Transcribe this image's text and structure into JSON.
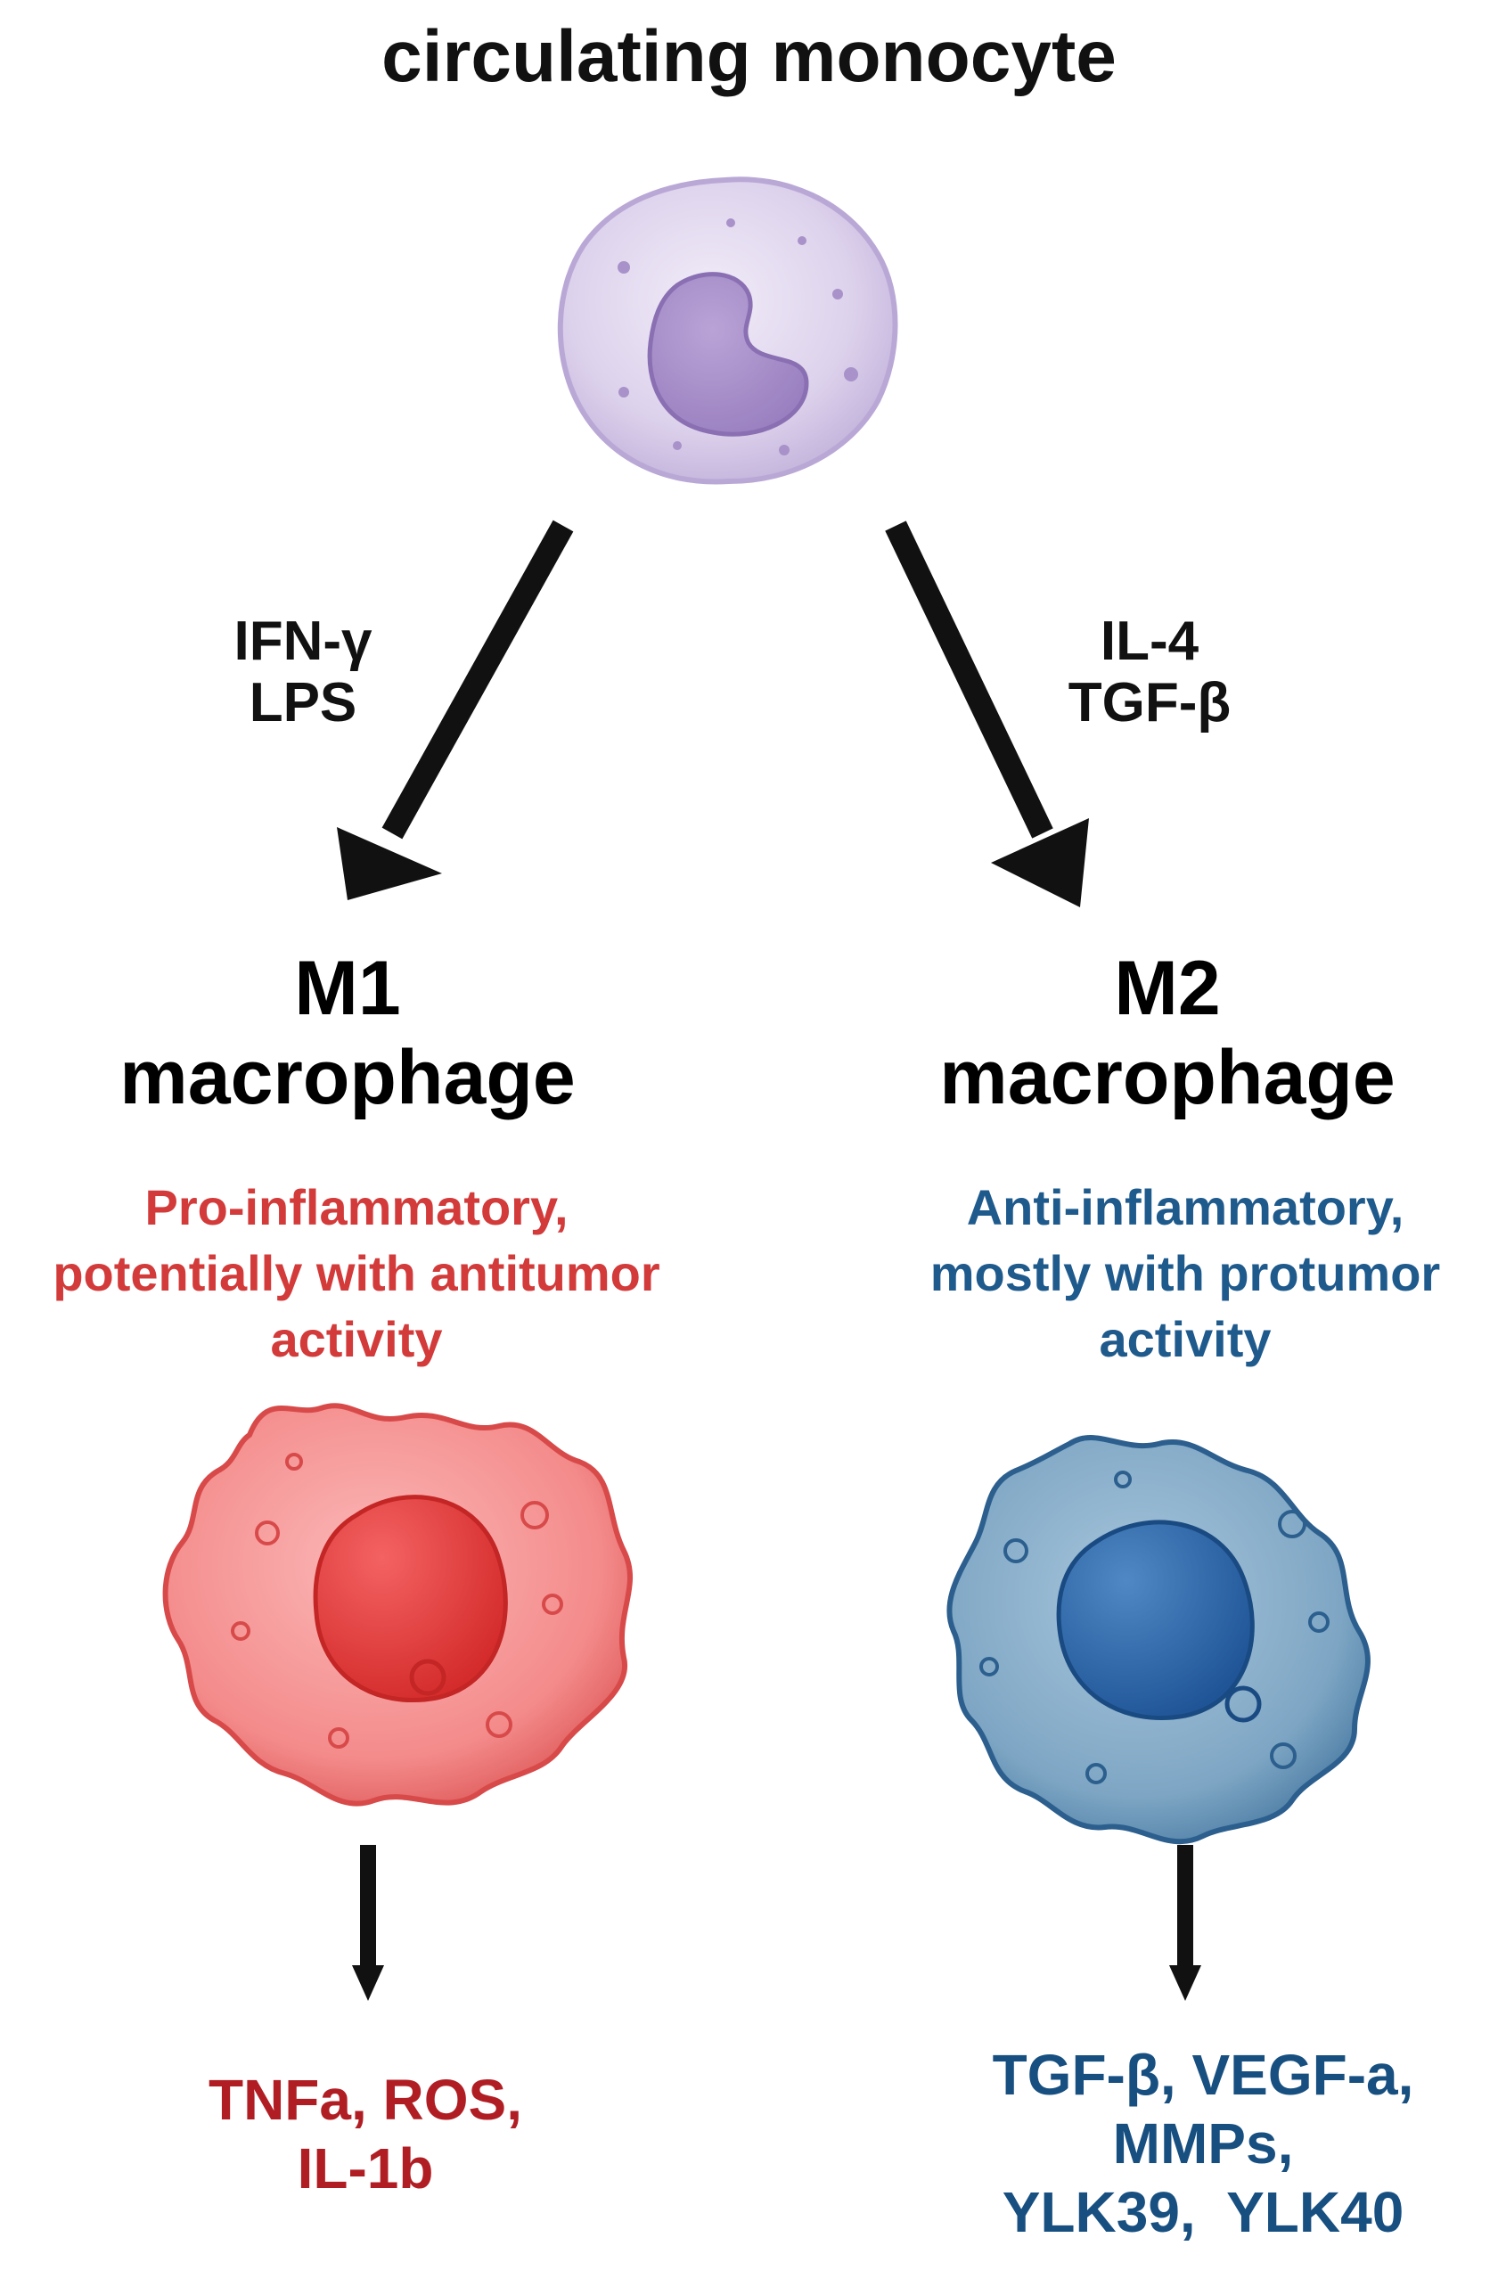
{
  "title": "circulating monocyte",
  "left": {
    "stimuli": [
      "IFN-γ",
      "LPS"
    ],
    "name": [
      "M1",
      "macrophage"
    ],
    "description": [
      "Pro-inflammatory,",
      "potentially with antitumor",
      "activity"
    ],
    "outputs": [
      "TNFa, ROS,",
      "IL-1b"
    ],
    "color": "#d33a3a",
    "output_color": "#b01e24"
  },
  "right": {
    "stimuli": [
      "IL-4",
      "TGF-β"
    ],
    "name": [
      "M2",
      "macrophage"
    ],
    "description": [
      "Anti-inflammatory,",
      "mostly with protumor",
      "activity"
    ],
    "outputs": [
      "TGF-β, VEGF-a,",
      "MMPs,",
      "YLK39,  YLK40"
    ],
    "color": "#1f5a8c",
    "output_color": "#174f80"
  },
  "icons": {
    "monocyte": "monocyte-cell-icon",
    "m1": "m1-macrophage-cell-icon",
    "m2": "m2-macrophage-cell-icon"
  }
}
